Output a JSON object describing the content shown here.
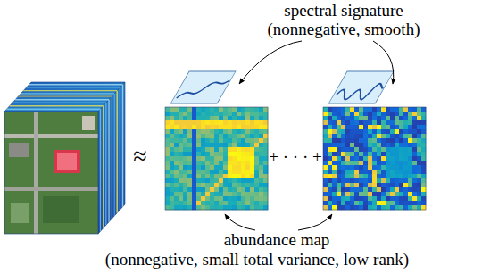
{
  "diagram": {
    "labels": [
      "spectral signature",
      "(nonnegative, smooth)",
      "≈",
      "+ · · · +",
      "abundance map",
      "(nonnegative, small total variance, low rank)"
    ]
  }
}
